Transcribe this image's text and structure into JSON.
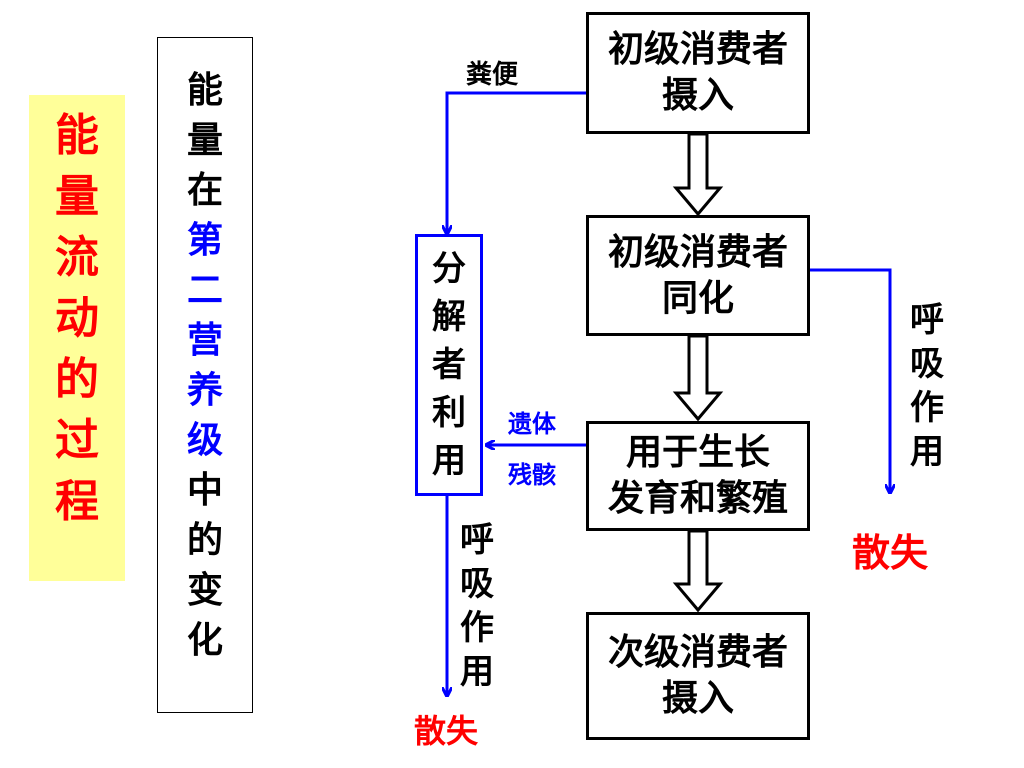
{
  "title": [
    "能",
    "量",
    "流",
    "动",
    "的",
    "过",
    "程"
  ],
  "subtitle": [
    {
      "char": "能",
      "color": "#000000"
    },
    {
      "char": "量",
      "color": "#000000"
    },
    {
      "char": "在",
      "color": "#000000"
    },
    {
      "char": "第",
      "color": "#0000ff"
    },
    {
      "char": "二",
      "color": "#0000ff"
    },
    {
      "char": "营",
      "color": "#0000ff"
    },
    {
      "char": "养",
      "color": "#0000ff"
    },
    {
      "char": "级",
      "color": "#0000ff"
    },
    {
      "char": "中",
      "color": "#000000"
    },
    {
      "char": "的",
      "color": "#000000"
    },
    {
      "char": "变",
      "color": "#000000"
    },
    {
      "char": "化",
      "color": "#000000"
    }
  ],
  "boxes": {
    "intake": {
      "line1": "初级消费者",
      "line2": "摄入"
    },
    "assimilation": {
      "line1": "初级消费者",
      "line2": "同化"
    },
    "growth": {
      "line1": "用于生长",
      "line2": "发育和繁殖"
    },
    "next_intake": {
      "line1": "次级消费者",
      "line2": "摄入"
    },
    "decomposer": [
      "分",
      "解",
      "者",
      "利",
      "用"
    ]
  },
  "labels": {
    "feces": "粪便",
    "remains_1": "遗体",
    "remains_2": "残骸",
    "respiration_right": [
      "呼",
      "吸",
      "作",
      "用"
    ],
    "respiration_left": [
      "呼",
      "吸",
      "作",
      "用"
    ],
    "lost_right": "散失",
    "lost_left": "散失"
  },
  "colors": {
    "title_bg": "#ffff99",
    "title_text": "#ff0000",
    "highlight": "#0000ff",
    "arrow_blue": "#0000ff",
    "lost_red": "#ff0000"
  }
}
